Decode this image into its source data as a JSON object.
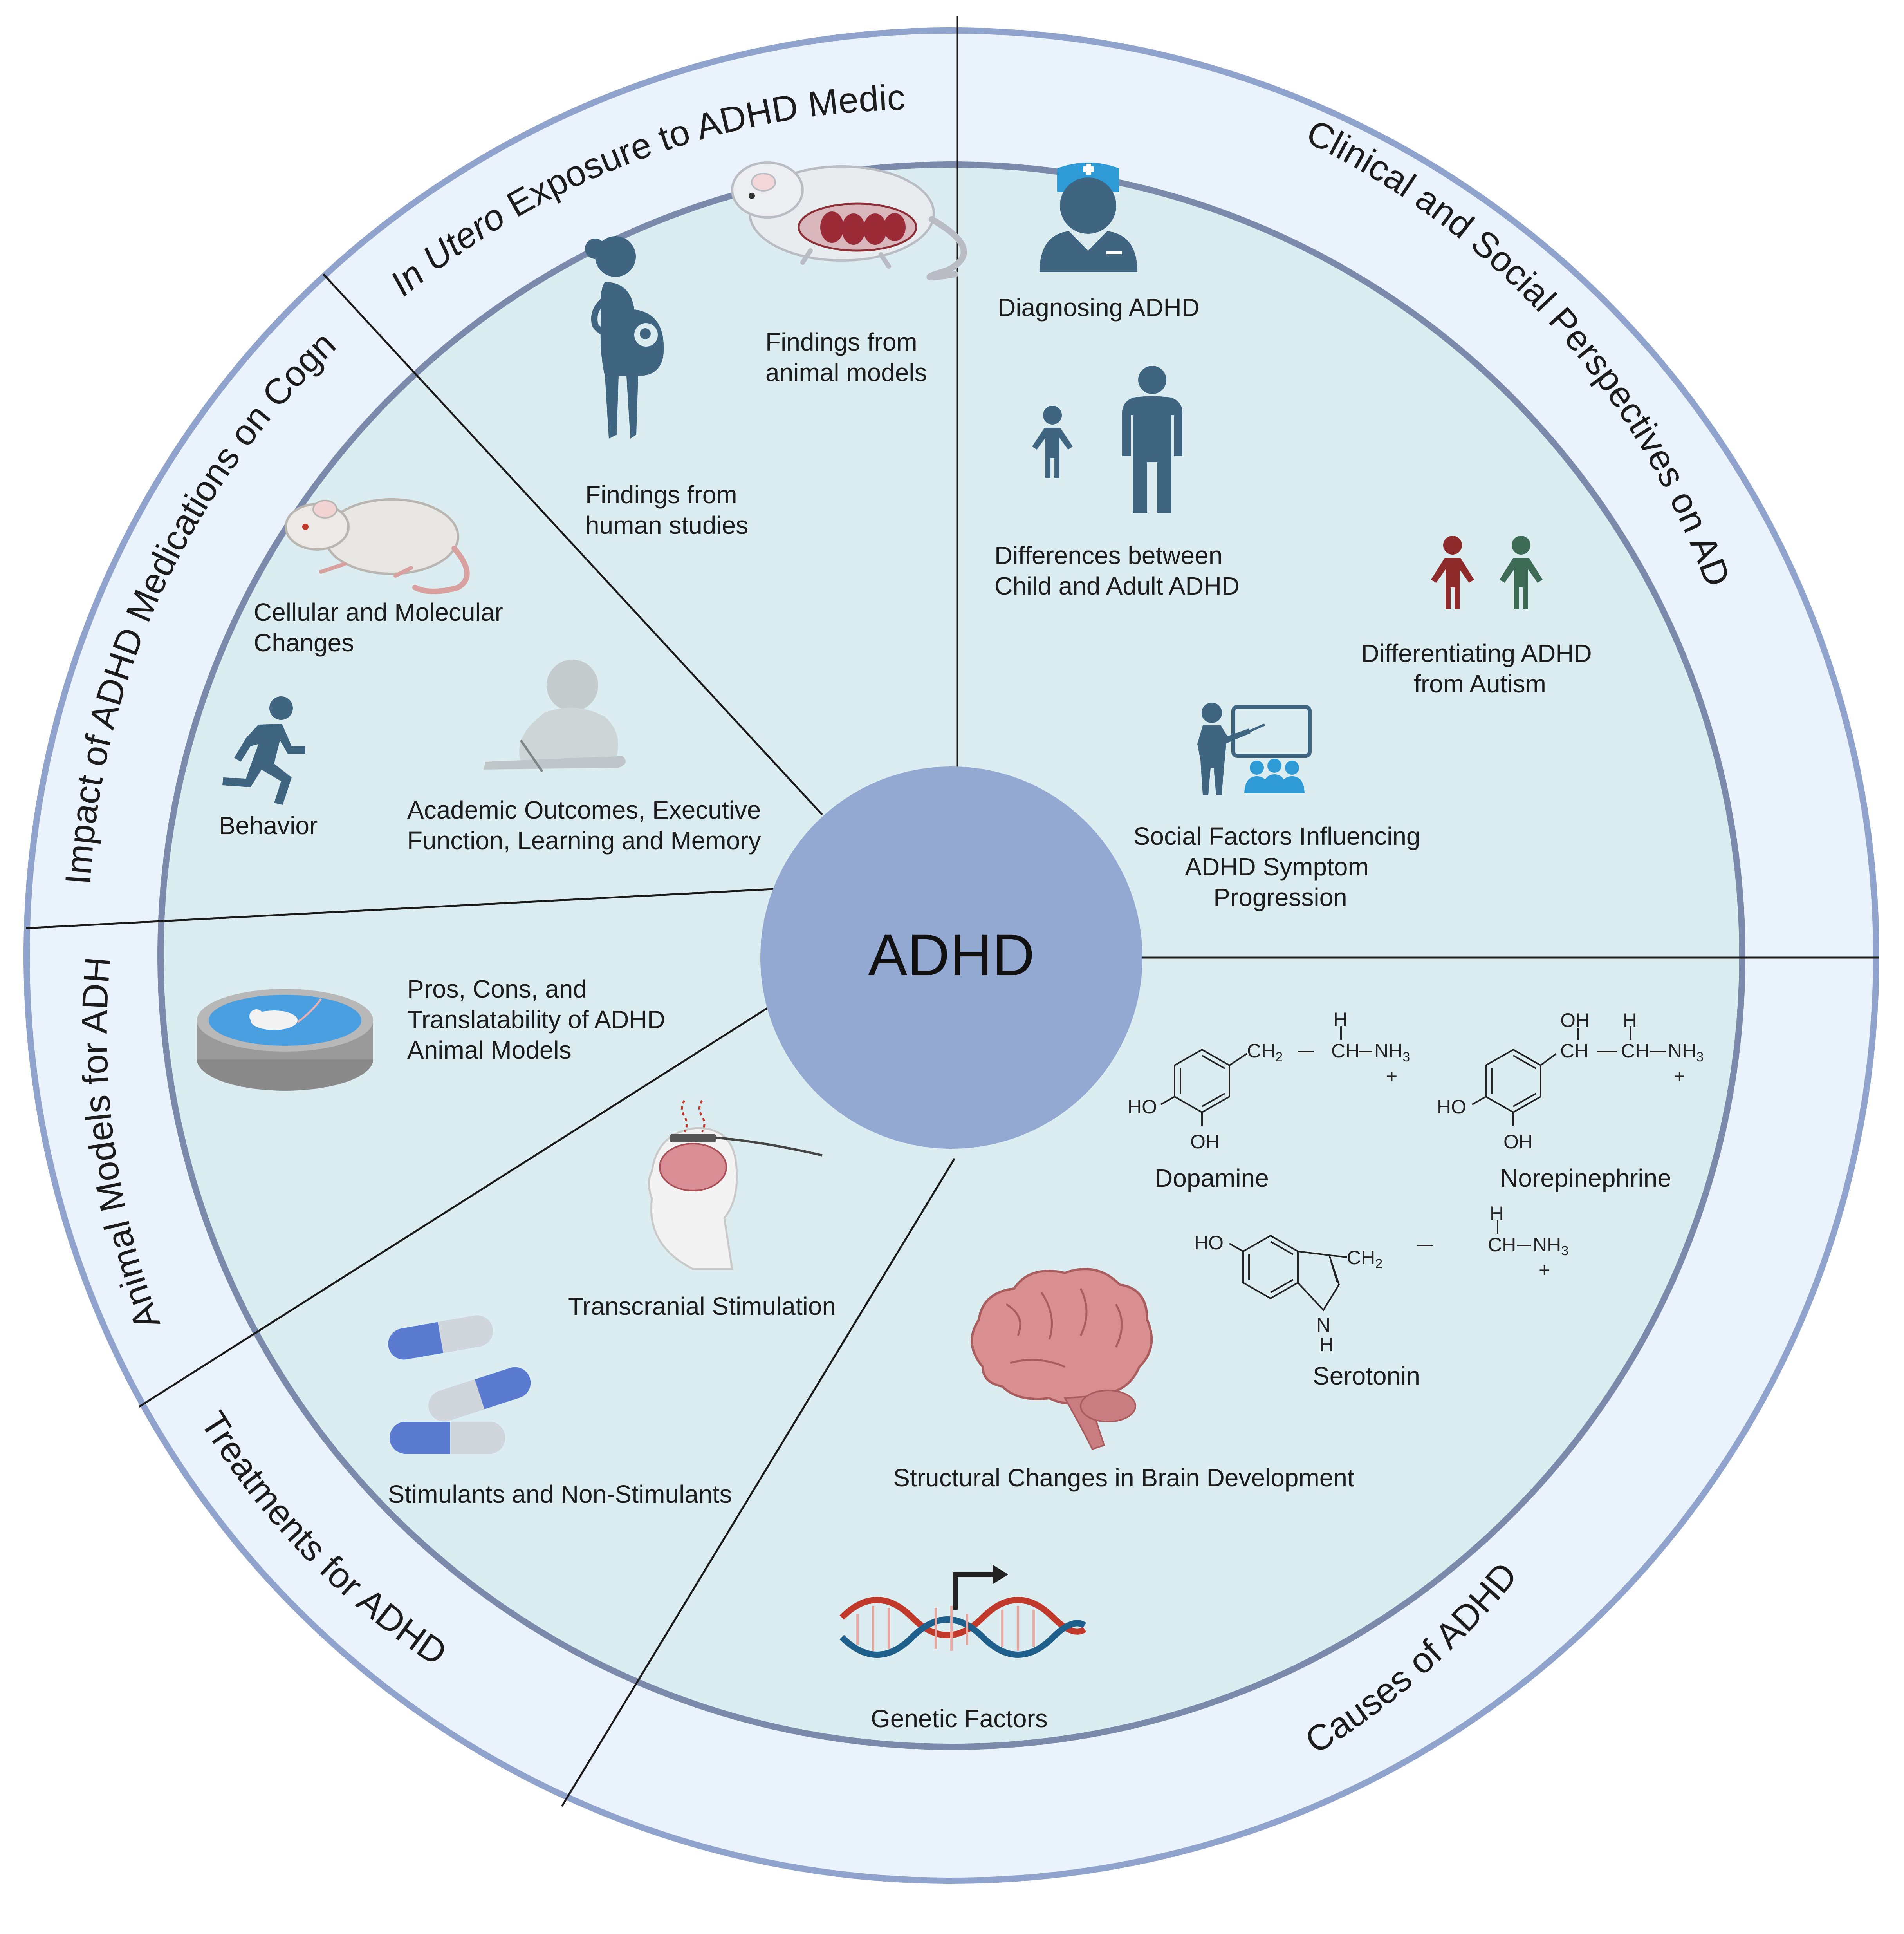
{
  "center": {
    "title": "ADHD"
  },
  "colors": {
    "outer_ring": "#eaf2fb",
    "inner_disc": "#dcedf2",
    "ring_border": "#8fa3cc",
    "center_circle": "#94a9d2",
    "icon_blue": "#3f6581",
    "icon_red": "#8e2a2a",
    "icon_green": "#3e6b55"
  },
  "sections": {
    "in_utero": {
      "title_italic": "In Utero",
      "title_rest": " Exposure to ADHD Medications",
      "items": {
        "animal": [
          "Findings from",
          "animal models"
        ],
        "human": [
          "Findings from",
          "human studies"
        ]
      }
    },
    "clinical": {
      "title": "Clinical and Social Perspectives on ADHD",
      "items": {
        "diagnosing": [
          "Diagnosing ADHD"
        ],
        "child_adult": [
          "Differences between",
          "Child and Adult ADHD"
        ],
        "autism": [
          "Differentiating ADHD",
          "from Autism"
        ],
        "social": [
          "Social Factors Influencing",
          "ADHD Symptom",
          "Progression"
        ]
      }
    },
    "cognition": {
      "title": "Impact of ADHD Medications on Cognition",
      "items": {
        "cellular": [
          "Cellular and Molecular",
          "Changes"
        ],
        "behavior": [
          "Behavior"
        ],
        "academic": [
          "Academic Outcomes, Executive",
          "Function, Learning and Memory"
        ]
      }
    },
    "animal_models": {
      "title": "Animal Models for ADHD",
      "items": {
        "pros_cons": [
          "Pros, Cons, and",
          "Translatability of ADHD",
          "Animal Models"
        ]
      }
    },
    "treatments": {
      "title": "Treatments for ADHD",
      "items": {
        "transcranial": [
          "Transcranial Stimulation"
        ],
        "stimulants": [
          "Stimulants and Non-Stimulants"
        ]
      }
    },
    "causes": {
      "title": "Causes of ADHD",
      "items": {
        "structural": [
          "Structural Changes in Brain Development"
        ],
        "genetic": [
          "Genetic Factors"
        ]
      }
    }
  },
  "molecules": {
    "dopamine": {
      "name": "Dopamine",
      "labels": {
        "h": "H",
        "ch2": "CH",
        "ch2_sub": "2",
        "ch": "CH",
        "nh3": "NH",
        "nh3_sub": "3",
        "plus": "+",
        "ho": "HO",
        "oh": "OH"
      }
    },
    "norepinephrine": {
      "name": "Norepinephrine",
      "labels": {
        "oh_top": "OH",
        "h": "H",
        "ch_a": "CH",
        "ch_b": "CH",
        "nh3": "NH",
        "nh3_sub": "3",
        "plus": "+",
        "ho": "HO",
        "oh": "OH"
      }
    },
    "serotonin": {
      "name": "Serotonin",
      "labels": {
        "ho": "HO",
        "h": "H",
        "ch2": "CH",
        "ch2_sub": "2",
        "ch": "CH",
        "nh3": "NH",
        "nh3_sub": "3",
        "plus": "+",
        "n": "N",
        "nh": "H"
      }
    }
  }
}
